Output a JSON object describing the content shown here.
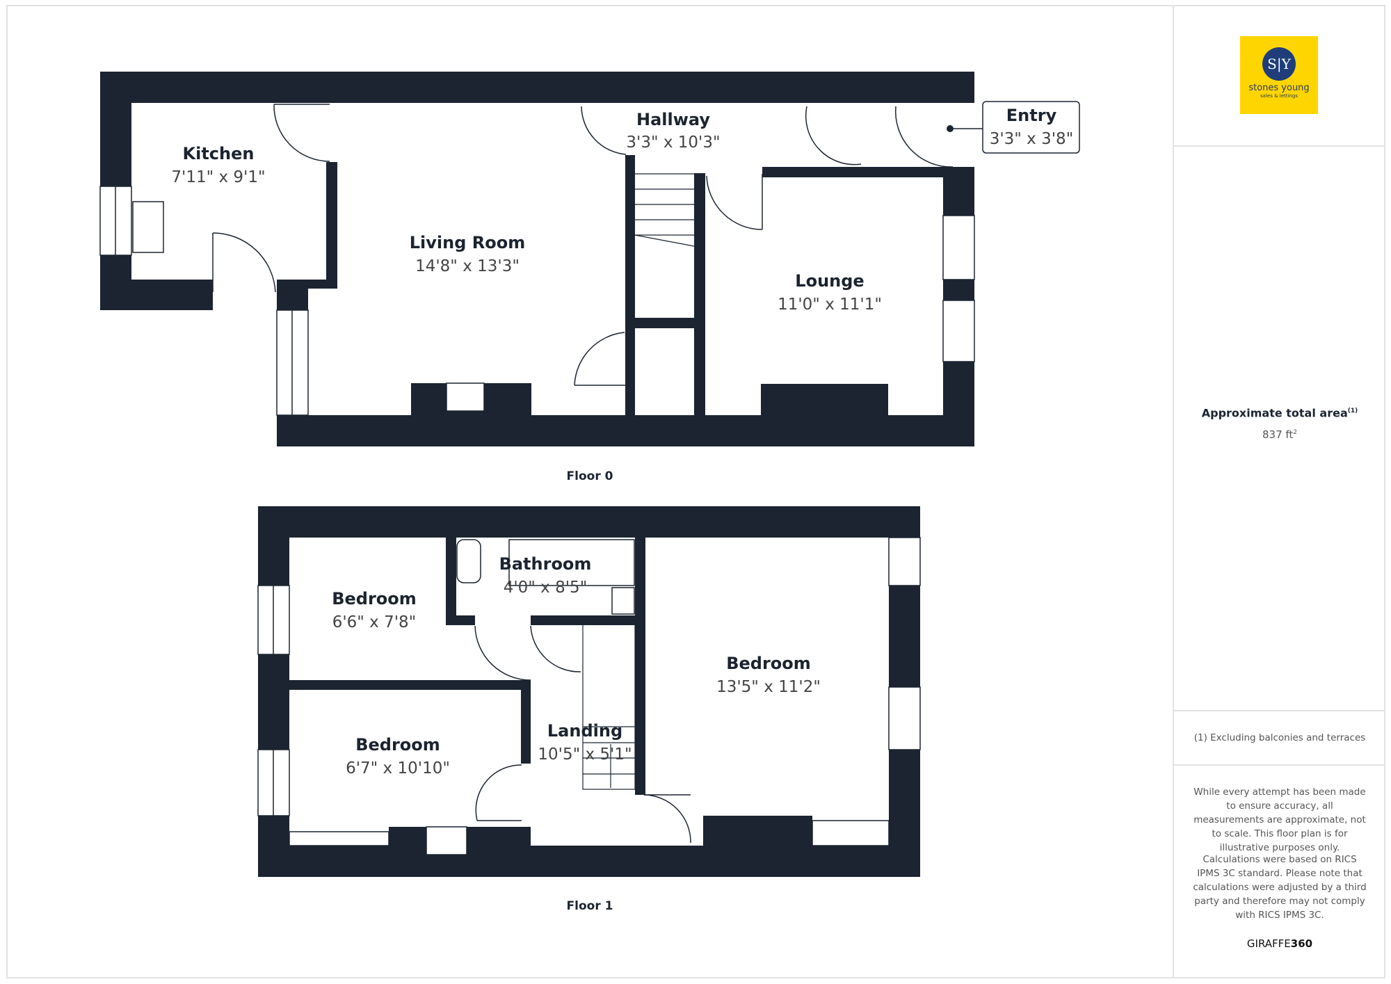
{
  "brand": {
    "logo_monogram": "S|Y",
    "logo_name": "stones young",
    "logo_tagline": "sales & lettings",
    "logo_bg": "#FFD500",
    "logo_circle": "#1E3D7A"
  },
  "summary": {
    "area_label": "Approximate total area",
    "area_sup": "(1)",
    "area_value": "837 ft",
    "area_unit_sup": "2"
  },
  "footnote": "(1) Excluding balconies and terraces",
  "disclaimer": [
    "While every attempt has been made to ensure accuracy, all measurements are approximate, not to scale. This floor plan is for illustrative purposes only.",
    "Calculations were based on RICS IPMS 3C standard. Please note that calculations were adjusted by a third party and therefore may not comply with RICS IPMS 3C."
  ],
  "credit": {
    "a": "GIRAFFE",
    "b": "360"
  },
  "colors": {
    "wall": "#1B2430"
  },
  "floors": [
    {
      "label": "Floor 0",
      "rooms": [
        {
          "name": "Kitchen",
          "dims": "7'11\" x 9'1\""
        },
        {
          "name": "Living Room",
          "dims": "14'8\" x 13'3\""
        },
        {
          "name": "Hallway",
          "dims": "3'3\" x 10'3\""
        },
        {
          "name": "Lounge",
          "dims": "11'0\" x 11'1\""
        },
        {
          "name": "Entry",
          "dims": "3'3\" x 3'8\""
        }
      ]
    },
    {
      "label": "Floor 1",
      "rooms": [
        {
          "name": "Bedroom",
          "dims": "6'6\" x 7'8\""
        },
        {
          "name": "Bathroom",
          "dims": "4'0\" x 8'5\""
        },
        {
          "name": "Bedroom",
          "dims": "6'7\" x 10'10\""
        },
        {
          "name": "Landing",
          "dims": "10'5\" x 5'1\""
        },
        {
          "name": "Bedroom",
          "dims": "13'5\" x 11'2\""
        }
      ]
    }
  ]
}
